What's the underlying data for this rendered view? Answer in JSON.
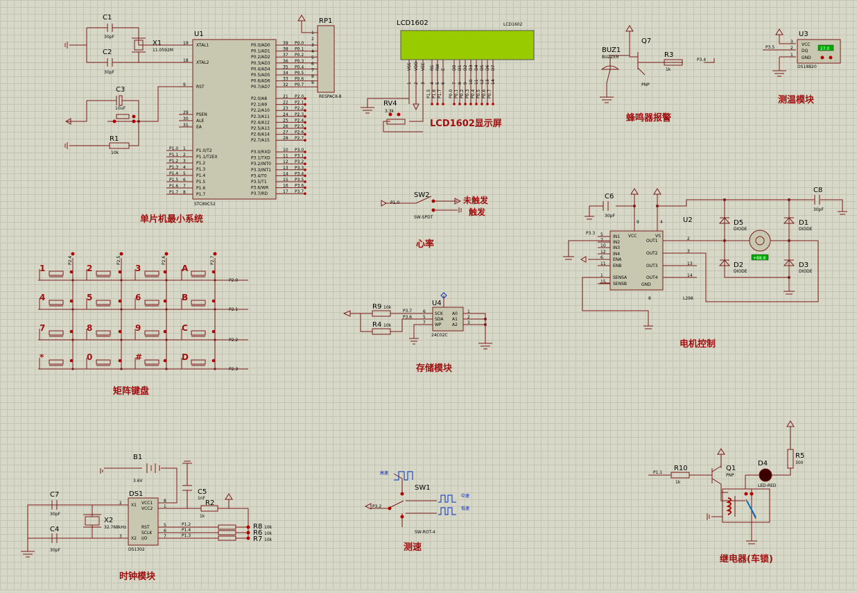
{
  "modules": {
    "mcu": "单片机最小系统",
    "lcd": "LCD1602显示屏",
    "buzzer": "蜂鸣器报警",
    "temp": "测温模块",
    "heart": "心率",
    "keypad": "矩阵键盘",
    "storage": "存储模块",
    "motor": "电机控制",
    "clock": "时钟模块",
    "speed": "测速",
    "relay": "继电器(车锁)"
  },
  "mcu": {
    "ref": "U1",
    "part": "STC89C52",
    "left_pins": [
      {
        "name": "XTAL1",
        "num": "19"
      },
      {
        "name": "XTAL2",
        "num": "18"
      },
      {
        "name": "RST",
        "num": "9"
      },
      {
        "name": "PSEN",
        "num": "29"
      },
      {
        "name": "ALE",
        "num": "30"
      },
      {
        "name": "EA",
        "num": "31"
      },
      {
        "name": "P1.0/T2",
        "num": "1"
      },
      {
        "name": "P1.1/T2EX",
        "num": "2"
      },
      {
        "name": "P1.2",
        "num": "3"
      },
      {
        "name": "P1.3",
        "num": "4"
      },
      {
        "name": "P1.4",
        "num": "5"
      },
      {
        "name": "P1.5",
        "num": "6"
      },
      {
        "name": "P1.6",
        "num": "7"
      },
      {
        "name": "P1.7",
        "num": "8"
      }
    ],
    "left_nets": [
      "P1.0",
      "P1.1",
      "P1.2",
      "P1.3",
      "P1.4",
      "P1.5",
      "P1.6",
      "P1.7"
    ],
    "p0_pins": [
      {
        "name": "P0.0/AD0",
        "num": "39"
      },
      {
        "name": "P0.1/AD1",
        "num": "38"
      },
      {
        "name": "P0.2/AD2",
        "num": "37"
      },
      {
        "name": "P0.3/AD3",
        "num": "36"
      },
      {
        "name": "P0.4/AD4",
        "num": "35"
      },
      {
        "name": "P0.5/AD5",
        "num": "34"
      },
      {
        "name": "P0.6/AD6",
        "num": "33"
      },
      {
        "name": "P0.7/AD7",
        "num": "32"
      }
    ],
    "p2_pins": [
      {
        "name": "P2.0/A8",
        "num": "21"
      },
      {
        "name": "P2.1/A9",
        "num": "22"
      },
      {
        "name": "P2.2/A10",
        "num": "23"
      },
      {
        "name": "P2.3/A11",
        "num": "24"
      },
      {
        "name": "P2.4/A12",
        "num": "25"
      },
      {
        "name": "P2.5/A13",
        "num": "26"
      },
      {
        "name": "P2.6/A14",
        "num": "27"
      },
      {
        "name": "P2.7/A15",
        "num": "28"
      }
    ],
    "p3_pins": [
      {
        "name": "P3.0/RXD",
        "num": "10"
      },
      {
        "name": "P3.1/TXD",
        "num": "11"
      },
      {
        "name": "P3.2/INT0",
        "num": "12"
      },
      {
        "name": "P3.3/INT1",
        "num": "13"
      },
      {
        "name": "P3.4/T0",
        "num": "14"
      },
      {
        "name": "P3.5/T1",
        "num": "15"
      },
      {
        "name": "P3.6/WR",
        "num": "16"
      },
      {
        "name": "P3.7/RD",
        "num": "17"
      }
    ],
    "p0_nets": [
      "P0.0",
      "P0.1",
      "P0.2",
      "P0.3",
      "P0.4",
      "P0.5",
      "P0.6",
      "P0.7"
    ],
    "p2_nets": [
      "P2.0",
      "P2.1",
      "P2.2",
      "P2.3",
      "P2.4",
      "P2.5",
      "P2.6",
      "P2.7"
    ],
    "p3_nets": [
      "P3.0",
      "P3.1",
      "P3.2",
      "P3.3",
      "P3.4",
      "P3.5",
      "P3.6",
      "P3.7"
    ]
  },
  "c1": {
    "ref": "C1",
    "val": "30pF"
  },
  "c2": {
    "ref": "C2",
    "val": "30pF"
  },
  "c3": {
    "ref": "C3",
    "val": "10uF"
  },
  "x1": {
    "ref": "X1",
    "val": "11.0592M"
  },
  "r1": {
    "ref": "R1",
    "val": "10k"
  },
  "rp1": {
    "ref": "RP1",
    "part": "RESPACK-8",
    "pins": [
      "1",
      "2",
      "3",
      "4",
      "5",
      "6",
      "7",
      "8",
      "9"
    ]
  },
  "lcd": {
    "ref": "LCD1602",
    "part": "LCD1602",
    "pins": [
      "VSS",
      "VDD",
      "VEE",
      "RS",
      "RW",
      "E",
      "D0",
      "D1",
      "D2",
      "D3",
      "D4",
      "D5",
      "D6",
      "D7"
    ],
    "nums": [
      "1",
      "2",
      "3",
      "4",
      "5",
      "6",
      "7",
      "8",
      "9",
      "10",
      "11",
      "12",
      "13",
      "14"
    ],
    "nets": [
      "P1.5",
      "P1.6",
      "P1.7",
      "P0.0",
      "P0.1",
      "P0.2",
      "P0.3",
      "P0.4",
      "P0.5",
      "P0.6",
      "P0.7"
    ]
  },
  "rv4": {
    "ref": "RV4",
    "val": "3.3k"
  },
  "buzzer": {
    "ref": "BUZ1",
    "part": "BUZZER",
    "q": "Q7",
    "q_type": "PNP",
    "r": "R3",
    "r_val": "1k",
    "net": "P3.4"
  },
  "u3": {
    "ref": "U3",
    "part": "DS18B20",
    "pins": [
      "VCC",
      "DQ",
      "GND"
    ],
    "nums": [
      "3",
      "2",
      "1"
    ],
    "net": "P3.5",
    "reading": "27.0"
  },
  "sw2": {
    "ref": "SW2",
    "part": "SW-SPDT",
    "net": "P1.0",
    "label_on": "未触发",
    "label_off": "触发"
  },
  "keys": [
    "1",
    "2",
    "3",
    "A",
    "4",
    "5",
    "6",
    "B",
    "7",
    "8",
    "9",
    "C",
    "*",
    "0",
    "#",
    "D"
  ],
  "key_col_nets": [
    "P2.4",
    "P2.5",
    "P2.6",
    "P2.7"
  ],
  "key_row_nets": [
    "P2.0",
    "P2.1",
    "P2.2",
    "P2.3"
  ],
  "u4": {
    "ref": "U4",
    "part": "24C02C",
    "pins_l": [
      "SCK",
      "SDA",
      "WP"
    ],
    "nums_l": [
      "6",
      "5",
      "7"
    ],
    "pins_r": [
      "A0",
      "A1",
      "A2"
    ],
    "nums_r": [
      "1",
      "2",
      "3"
    ],
    "nets": [
      "P3.7",
      "P3.6"
    ],
    "r9": "R9",
    "r4": "R4",
    "r_val": "10k"
  },
  "u2": {
    "ref": "U2",
    "part": "L298",
    "pins_l": [
      "IN1",
      "IN2",
      "IN3",
      "IN4",
      "ENA",
      "ENB",
      "SENSA",
      "SENSB"
    ],
    "nums_l": [
      "5",
      "7",
      "10",
      "12",
      "6",
      "11",
      "1",
      "15"
    ],
    "pins_r": [
      "OUT1",
      "OUT2",
      "OUT3",
      "OUT4"
    ],
    "nums_r": [
      "2",
      "3",
      "13",
      "14"
    ],
    "vcc": "VCC",
    "vs": "VS",
    "gnd": "GND",
    "vcc_num": "9",
    "vs_num": "4",
    "gnd_num": "8",
    "net": "P3.3",
    "c6": "C6",
    "c8": "C8",
    "c_val": "30pF",
    "diodes": [
      "D5",
      "D1",
      "D2",
      "D3"
    ],
    "diode_part": "DIODE",
    "motor_reading": "+88.8"
  },
  "clock": {
    "ref": "DS1",
    "part": "DS1302",
    "b1": "B1",
    "b1_val": "3.6V",
    "pins_l": [
      "X1",
      "X2"
    ],
    "nums_l": [
      "2",
      "3"
    ],
    "pins_r": [
      "VCC1",
      "VCC2",
      "RST",
      "SCLK",
      "I/O"
    ],
    "nums_r": [
      "8",
      "1",
      "5",
      "6",
      "7"
    ],
    "c5": "C5",
    "c5_val": "1nF",
    "r2": "R2",
    "r2_val": "1k",
    "c7": "C7",
    "c4": "C4",
    "c_val": "30pF",
    "x2": "X2",
    "x2_val": "32.768kHz",
    "nets": [
      "P1.2",
      "P1.4",
      "P1.3"
    ],
    "rs": [
      "R8",
      "R6",
      "R7"
    ],
    "r_val": "10k"
  },
  "speed": {
    "ref": "SW1",
    "part": "SW-ROT-4",
    "net": "P3.2",
    "high": "高速",
    "mid": "中速",
    "low": "低速"
  },
  "relay": {
    "net": "P1.1",
    "r10": "R10",
    "r10_val": "1k",
    "q": "Q1",
    "q_type": "PNP",
    "d4": "D4",
    "d4_part": "LED-RED",
    "r5": "R5",
    "r5_val": "300"
  }
}
